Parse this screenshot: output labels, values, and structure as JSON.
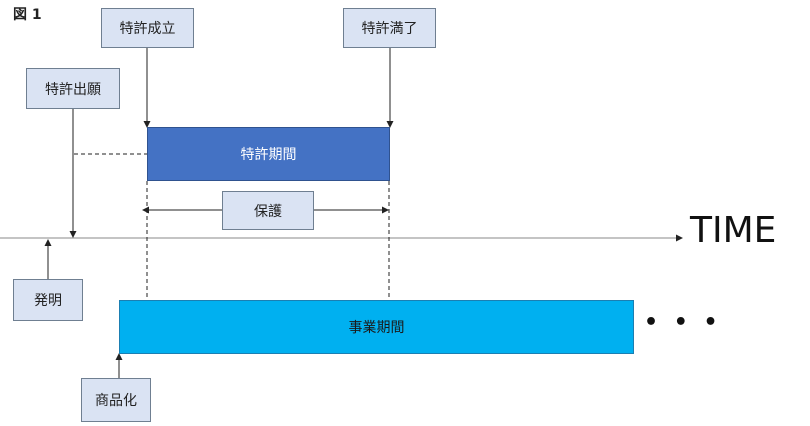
{
  "figure": {
    "label": "図 1"
  },
  "boxes": {
    "patent_grant": "特許成立",
    "patent_expire": "特許満了",
    "patent_filing": "特許出願",
    "protection": "保護",
    "invention": "発明",
    "commercialization": "商品化"
  },
  "bars": {
    "patent_period": "特許期間",
    "business_period": "事業期間"
  },
  "axis": {
    "time_label": "TIME"
  },
  "continuation": "• • •",
  "colors": {
    "label_box_fill": "#dae3f3",
    "patent_bar_fill": "#4472c4",
    "business_bar_fill": "#00b0f0"
  }
}
